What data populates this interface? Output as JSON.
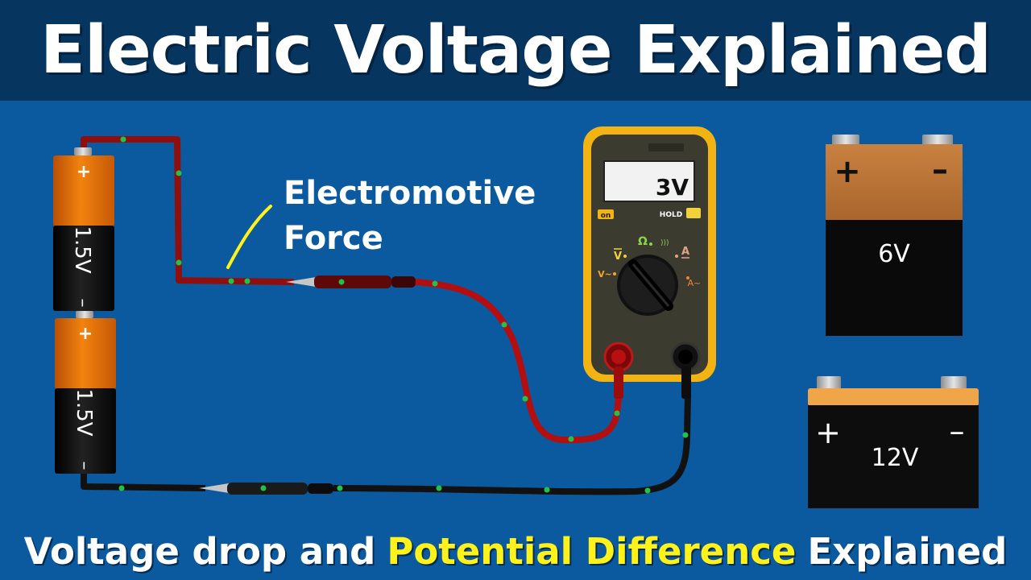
{
  "title": "Electric Voltage Explained",
  "subtitle": {
    "part1": "Voltage drop and",
    "highlight": "Potential Difference",
    "part2": "Explained"
  },
  "emf_label": {
    "line1": "Electromotive",
    "line2": "Force"
  },
  "cells": [
    {
      "plus": "+",
      "minus": "–",
      "label": "1.5V"
    },
    {
      "plus": "+",
      "minus": "–",
      "label": "1.5V"
    }
  ],
  "multimeter": {
    "reading": "3V",
    "on_label": "on",
    "hold_label": "HOLD",
    "dial_labels": {
      "dc_volts": "V",
      "ac_volts": "V~",
      "ohms": "Ω",
      "amps": "A",
      "ac_amps": "A~"
    }
  },
  "battery_6v": {
    "plus": "+",
    "minus": "–",
    "label": "6V"
  },
  "battery_12v": {
    "plus": "+",
    "minus": "–",
    "label": "12V"
  },
  "colors": {
    "background": "#0b5aa0",
    "title_bar": "#06355f",
    "highlight": "#fff21a",
    "cell_orange": "#e36d0c",
    "red_wire": "#9a0e0e",
    "black_wire": "#111111",
    "meter_body": "#f2b313",
    "electron_dots": "#22c24a"
  },
  "icons": [
    "plus-icon",
    "minus-icon",
    "sound-wave-icon",
    "dial-knob-icon"
  ]
}
